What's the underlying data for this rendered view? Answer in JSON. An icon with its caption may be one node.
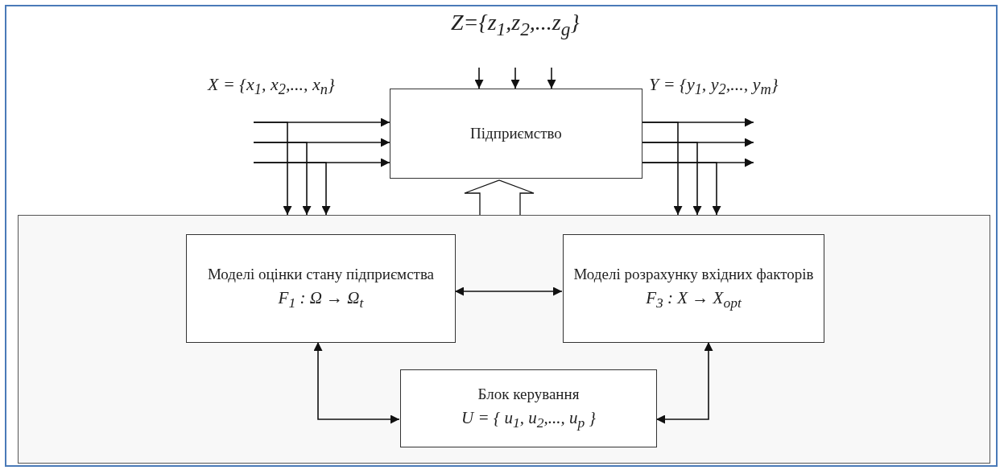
{
  "diagram": {
    "nodes": [
      {
        "text": [
          "Підприємство"
        ]
      },
      {
        "text": [],
        "shape": "box"
      },
      {
        "text": [
          "Моделі оцінки стану підприємства",
          "F$_{1}$ : Ω → Ω$_{t}$"
        ],
        "in": 1
      },
      {
        "text": [
          "Моделі розрахунку вхідних факторів",
          "F$_{3}$ : X → X$_{opt}$"
        ],
        "in": 1
      },
      {
        "text": [
          "Блок керування",
          "U = { u$_{1}$, u$_{2}$,..., u$_{p}$ }"
        ],
        "in": 1
      }
    ],
    "edges": [
      {
        "from": null,
        "to": 0,
        "arrow": "to"
      },
      {
        "from": null,
        "to": 0,
        "arrow": "to"
      },
      {
        "from": null,
        "to": 0,
        "arrow": "to"
      },
      {
        "from": null,
        "to": 0,
        "arrow": "to"
      },
      {
        "from": null,
        "to": 0,
        "arrow": "to"
      },
      {
        "from": null,
        "to": 0,
        "arrow": "to"
      },
      {
        "from": null,
        "to": 1,
        "arrow": "to"
      },
      {
        "from": null,
        "to": 1,
        "arrow": "to"
      },
      {
        "from": null,
        "to": 1,
        "arrow": "to"
      },
      {
        "from": 0,
        "to": null,
        "arrow": "to"
      },
      {
        "from": 0,
        "to": null,
        "arrow": "to"
      },
      {
        "from": 0,
        "to": null,
        "arrow": "to"
      },
      {
        "from": 0,
        "to": 1,
        "arrow": "to"
      },
      {
        "from": 0,
        "to": 1,
        "arrow": "to"
      },
      {
        "from": 0,
        "to": 1,
        "arrow": "to"
      },
      {
        "from": 1,
        "to": 0,
        "arrow": "to",
        "style": "thick"
      },
      {
        "from": 2,
        "to": 3,
        "arrow": "both"
      },
      {
        "from": 2,
        "to": 4,
        "arrow": "both"
      },
      {
        "from": 3,
        "to": 4,
        "arrow": "both"
      }
    ],
    "labels": [
      "X = {x$_{1}$, x$_{2}$,..., x$_{n}$}",
      "Z={z$_{1}$,z$_{2}$,...z$_{g}$}",
      "Y = {y$_{1}$, y$_{2}$,..., y$_{m}$}"
    ]
  }
}
